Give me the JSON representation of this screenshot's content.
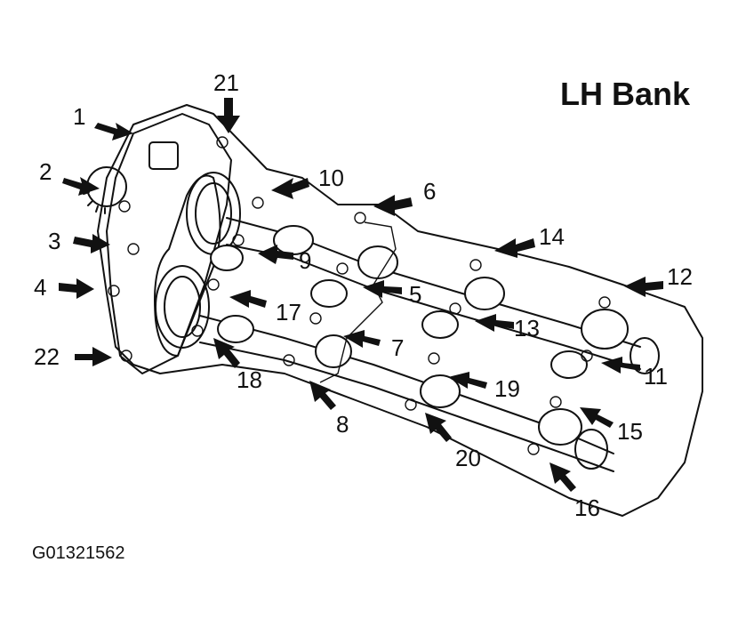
{
  "title": "LH Bank",
  "figure_code": "G01321562",
  "callouts": [
    "1",
    "2",
    "3",
    "4",
    "5",
    "6",
    "7",
    "8",
    "9",
    "10",
    "11",
    "12",
    "13",
    "14",
    "15",
    "16",
    "17",
    "18",
    "19",
    "20",
    "21",
    "22"
  ],
  "colors": {
    "line": "#111111",
    "background": "#ffffff"
  }
}
